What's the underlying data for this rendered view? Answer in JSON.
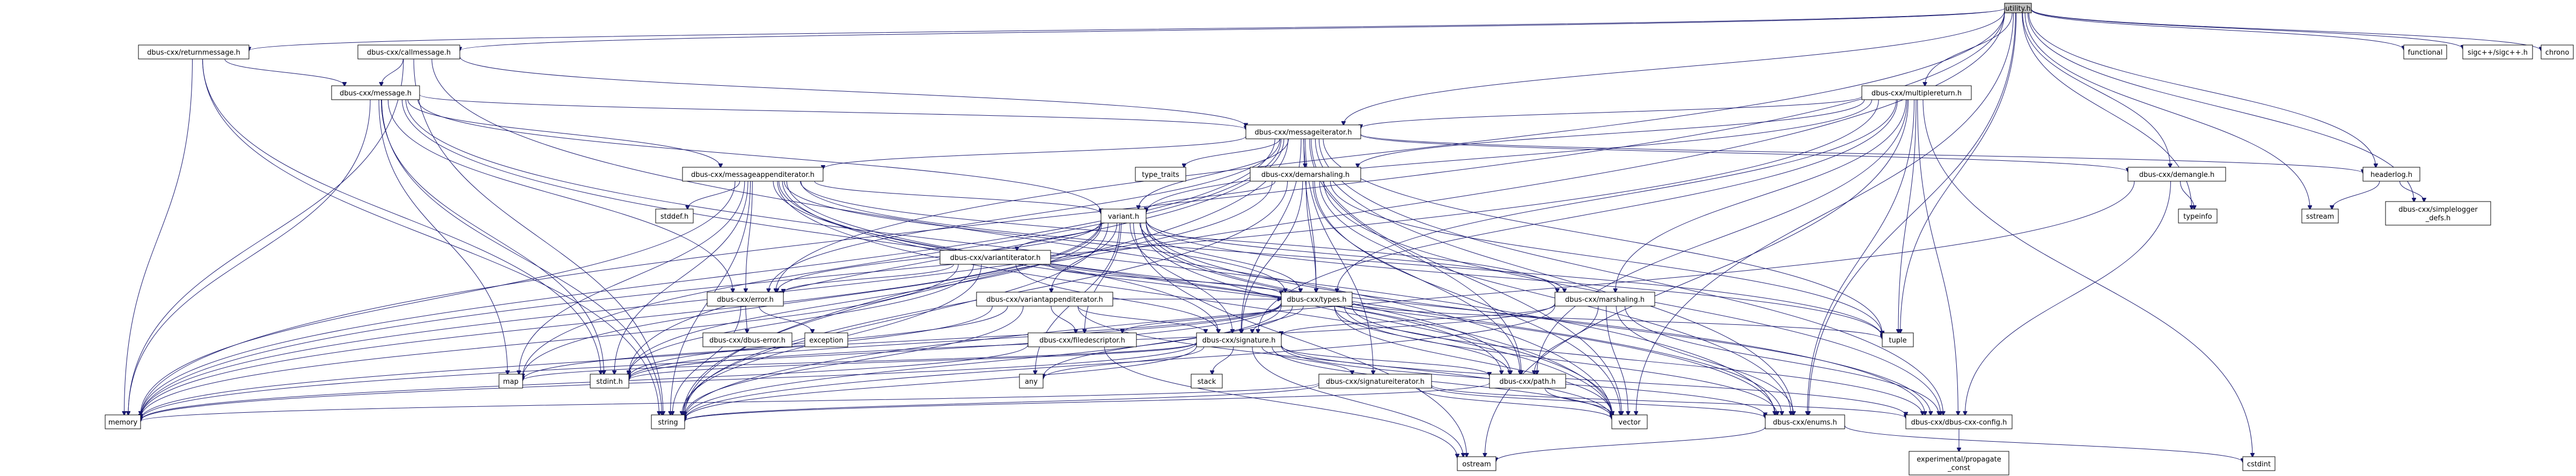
{
  "diagram": {
    "colors": {
      "edge": "#191970",
      "root_fill": "#bfbfbf",
      "node_fill": "#ffffff",
      "external_stroke": "#bfbfbf",
      "internal_stroke": "#000000"
    },
    "nodes": [
      {
        "id": "utility",
        "label": "utility.h",
        "kind": "root"
      },
      {
        "id": "returnmessage",
        "label": "dbus-cxx/returnmessage.h",
        "kind": "internal"
      },
      {
        "id": "callmessage",
        "label": "dbus-cxx/callmessage.h",
        "kind": "internal"
      },
      {
        "id": "multiplereturn",
        "label": "dbus-cxx/multiplereturn.h",
        "kind": "internal"
      },
      {
        "id": "message",
        "label": "dbus-cxx/message.h",
        "kind": "internal"
      },
      {
        "id": "messageiterator",
        "label": "dbus-cxx/messageiterator.h",
        "kind": "internal"
      },
      {
        "id": "demarshaling",
        "label": "dbus-cxx/demarshaling.h",
        "kind": "internal"
      },
      {
        "id": "demangle",
        "label": "dbus-cxx/demangle.h",
        "kind": "internal"
      },
      {
        "id": "headerlog",
        "label": "headerlog.h",
        "kind": "internal"
      },
      {
        "id": "simplelogger",
        "label": "dbus-cxx/simplelogger\n_defs.h",
        "kind": "internal"
      },
      {
        "id": "messageappenditerator",
        "label": "dbus-cxx/messageappenditerator.h",
        "kind": "internal"
      },
      {
        "id": "variant",
        "label": "variant.h",
        "kind": "internal"
      },
      {
        "id": "variantiterator",
        "label": "dbus-cxx/variantiterator.h",
        "kind": "internal"
      },
      {
        "id": "error",
        "label": "dbus-cxx/error.h",
        "kind": "internal"
      },
      {
        "id": "dbuserror",
        "label": "dbus-cxx/dbus-error.h",
        "kind": "internal"
      },
      {
        "id": "variantappenditerator",
        "label": "dbus-cxx/variantappenditerator.h",
        "kind": "internal"
      },
      {
        "id": "types",
        "label": "dbus-cxx/types.h",
        "kind": "internal"
      },
      {
        "id": "marshaling",
        "label": "dbus-cxx/marshaling.h",
        "kind": "internal"
      },
      {
        "id": "filedescriptor",
        "label": "dbus-cxx/filedescriptor.h",
        "kind": "internal"
      },
      {
        "id": "signature",
        "label": "dbus-cxx/signature.h",
        "kind": "internal"
      },
      {
        "id": "signatureiterator",
        "label": "dbus-cxx/signatureiterator.h",
        "kind": "internal"
      },
      {
        "id": "path",
        "label": "dbus-cxx/path.h",
        "kind": "internal"
      },
      {
        "id": "enums",
        "label": "dbus-cxx/enums.h",
        "kind": "internal"
      },
      {
        "id": "config",
        "label": "dbus-cxx/dbus-cxx-config.h",
        "kind": "internal"
      },
      {
        "id": "functional",
        "label": "functional",
        "kind": "external"
      },
      {
        "id": "sigc",
        "label": "sigc++/sigc++.h",
        "kind": "external"
      },
      {
        "id": "chrono",
        "label": "chrono",
        "kind": "external"
      },
      {
        "id": "type_traits",
        "label": "type_traits",
        "kind": "external"
      },
      {
        "id": "typeinfo",
        "label": "typeinfo",
        "kind": "external"
      },
      {
        "id": "sstream",
        "label": "sstream",
        "kind": "external"
      },
      {
        "id": "stddef",
        "label": "stddef.h",
        "kind": "external"
      },
      {
        "id": "exception",
        "label": "exception",
        "kind": "external"
      },
      {
        "id": "tuple",
        "label": "tuple",
        "kind": "external"
      },
      {
        "id": "map",
        "label": "map",
        "kind": "external"
      },
      {
        "id": "stdint",
        "label": "stdint.h",
        "kind": "external"
      },
      {
        "id": "any",
        "label": "any",
        "kind": "external"
      },
      {
        "id": "stack",
        "label": "stack",
        "kind": "external"
      },
      {
        "id": "memory",
        "label": "memory",
        "kind": "external"
      },
      {
        "id": "string",
        "label": "string",
        "kind": "external"
      },
      {
        "id": "vector",
        "label": "vector",
        "kind": "external"
      },
      {
        "id": "ostream",
        "label": "ostream",
        "kind": "external"
      },
      {
        "id": "propagate_const",
        "label": "experimental/propagate\n_const",
        "kind": "external"
      },
      {
        "id": "cstdint",
        "label": "cstdint",
        "kind": "external"
      }
    ],
    "edges": [
      [
        "utility",
        "returnmessage"
      ],
      [
        "utility",
        "callmessage"
      ],
      [
        "utility",
        "multiplereturn"
      ],
      [
        "utility",
        "messageiterator"
      ],
      [
        "utility",
        "demangle"
      ],
      [
        "utility",
        "headerlog"
      ],
      [
        "utility",
        "simplelogger"
      ],
      [
        "utility",
        "functional"
      ],
      [
        "utility",
        "sigc"
      ],
      [
        "utility",
        "chrono"
      ],
      [
        "utility",
        "sstream"
      ],
      [
        "utility",
        "typeinfo"
      ],
      [
        "utility",
        "tuple"
      ],
      [
        "utility",
        "memory"
      ],
      [
        "utility",
        "vector"
      ],
      [
        "utility",
        "enums"
      ],
      [
        "utility",
        "error"
      ],
      [
        "utility",
        "string"
      ],
      [
        "returnmessage",
        "message"
      ],
      [
        "returnmessage",
        "memory"
      ],
      [
        "returnmessage",
        "string"
      ],
      [
        "returnmessage",
        "stdint"
      ],
      [
        "callmessage",
        "message"
      ],
      [
        "callmessage",
        "memory"
      ],
      [
        "callmessage",
        "string"
      ],
      [
        "callmessage",
        "messageiterator"
      ],
      [
        "callmessage",
        "vector"
      ],
      [
        "multiplereturn",
        "messageiterator"
      ],
      [
        "multiplereturn",
        "demarshaling"
      ],
      [
        "multiplereturn",
        "variant"
      ],
      [
        "multiplereturn",
        "marshaling"
      ],
      [
        "multiplereturn",
        "types"
      ],
      [
        "multiplereturn",
        "path"
      ],
      [
        "multiplereturn",
        "signature"
      ],
      [
        "multiplereturn",
        "tuple"
      ],
      [
        "multiplereturn",
        "enums"
      ],
      [
        "multiplereturn",
        "config"
      ],
      [
        "multiplereturn",
        "ostream"
      ],
      [
        "multiplereturn",
        "cstdint"
      ],
      [
        "multiplereturn",
        "memory"
      ],
      [
        "message",
        "messageiterator"
      ],
      [
        "message",
        "messageappenditerator"
      ],
      [
        "message",
        "variant"
      ],
      [
        "message",
        "error"
      ],
      [
        "message",
        "memory"
      ],
      [
        "message",
        "map"
      ],
      [
        "message",
        "string"
      ],
      [
        "message",
        "stdint"
      ],
      [
        "message",
        "vector"
      ],
      [
        "message",
        "enums"
      ],
      [
        "messageiterator",
        "demarshaling"
      ],
      [
        "messageiterator",
        "demangle"
      ],
      [
        "messageiterator",
        "headerlog"
      ],
      [
        "messageiterator",
        "type_traits"
      ],
      [
        "messageiterator",
        "variant"
      ],
      [
        "messageiterator",
        "error"
      ],
      [
        "messageiterator",
        "messageappenditerator"
      ],
      [
        "messageiterator",
        "types"
      ],
      [
        "messageiterator",
        "signature"
      ],
      [
        "messageiterator",
        "path"
      ],
      [
        "messageiterator",
        "enums"
      ],
      [
        "messageiterator",
        "tuple"
      ],
      [
        "messageiterator",
        "map"
      ],
      [
        "messageiterator",
        "stdint"
      ],
      [
        "messageiterator",
        "string"
      ],
      [
        "messageiterator",
        "memory"
      ],
      [
        "messageiterator",
        "vector"
      ],
      [
        "messageiterator",
        "config"
      ],
      [
        "messageiterator",
        "signatureiterator"
      ],
      [
        "demarshaling",
        "variant"
      ],
      [
        "demarshaling",
        "types"
      ],
      [
        "demarshaling",
        "signature"
      ],
      [
        "demarshaling",
        "path"
      ],
      [
        "demarshaling",
        "enums"
      ],
      [
        "demarshaling",
        "tuple"
      ],
      [
        "demarshaling",
        "memory"
      ],
      [
        "demarshaling",
        "string"
      ],
      [
        "demarshaling",
        "vector"
      ],
      [
        "demarshaling",
        "config"
      ],
      [
        "demangle",
        "typeinfo"
      ],
      [
        "demangle",
        "string"
      ],
      [
        "demangle",
        "config"
      ],
      [
        "headerlog",
        "sstream"
      ],
      [
        "headerlog",
        "simplelogger"
      ],
      [
        "messageappenditerator",
        "variant"
      ],
      [
        "messageappenditerator",
        "marshaling"
      ],
      [
        "messageappenditerator",
        "signature"
      ],
      [
        "messageappenditerator",
        "types"
      ],
      [
        "messageappenditerator",
        "path"
      ],
      [
        "messageappenditerator",
        "error"
      ],
      [
        "messageappenditerator",
        "stddef"
      ],
      [
        "messageappenditerator",
        "stdint"
      ],
      [
        "messageappenditerator",
        "map"
      ],
      [
        "messageappenditerator",
        "memory"
      ],
      [
        "messageappenditerator",
        "string"
      ],
      [
        "messageappenditerator",
        "tuple"
      ],
      [
        "messageappenditerator",
        "vector"
      ],
      [
        "messageappenditerator",
        "enums"
      ],
      [
        "messageappenditerator",
        "config"
      ],
      [
        "variant",
        "variantiterator"
      ],
      [
        "variant",
        "variantappenditerator"
      ],
      [
        "variant",
        "types"
      ],
      [
        "variant",
        "signature"
      ],
      [
        "variant",
        "marshaling"
      ],
      [
        "variant",
        "path"
      ],
      [
        "variant",
        "enums"
      ],
      [
        "variant",
        "error"
      ],
      [
        "variant",
        "any"
      ],
      [
        "variant",
        "tuple"
      ],
      [
        "variant",
        "map"
      ],
      [
        "variant",
        "stdint"
      ],
      [
        "variant",
        "string"
      ],
      [
        "variant",
        "memory"
      ],
      [
        "variant",
        "vector"
      ],
      [
        "variant",
        "ostream"
      ],
      [
        "variant",
        "config"
      ],
      [
        "variant",
        "filedescriptor"
      ],
      [
        "variantiterator",
        "error"
      ],
      [
        "variantiterator",
        "signature"
      ],
      [
        "variantiterator",
        "types"
      ],
      [
        "variantiterator",
        "string"
      ],
      [
        "variantiterator",
        "stdint"
      ],
      [
        "variantiterator",
        "memory"
      ],
      [
        "error",
        "dbuserror"
      ],
      [
        "error",
        "exception"
      ],
      [
        "error",
        "string"
      ],
      [
        "variantappenditerator",
        "filedescriptor"
      ],
      [
        "variantappenditerator",
        "signature"
      ],
      [
        "variantappenditerator",
        "types"
      ],
      [
        "variantappenditerator",
        "memory"
      ],
      [
        "variantappenditerator",
        "string"
      ],
      [
        "variantappenditerator",
        "vector"
      ],
      [
        "variantappenditerator",
        "stdint"
      ],
      [
        "types",
        "signature"
      ],
      [
        "types",
        "path"
      ],
      [
        "types",
        "filedescriptor"
      ],
      [
        "types",
        "enums"
      ],
      [
        "types",
        "tuple"
      ],
      [
        "types",
        "map"
      ],
      [
        "types",
        "stdint"
      ],
      [
        "types",
        "string"
      ],
      [
        "types",
        "vector"
      ],
      [
        "types",
        "memory"
      ],
      [
        "types",
        "config"
      ],
      [
        "types",
        "any"
      ],
      [
        "marshaling",
        "signature"
      ],
      [
        "marshaling",
        "path"
      ],
      [
        "marshaling",
        "enums"
      ],
      [
        "marshaling",
        "config"
      ],
      [
        "marshaling",
        "stdint"
      ],
      [
        "marshaling",
        "string"
      ],
      [
        "marshaling",
        "vector"
      ],
      [
        "filedescriptor",
        "memory"
      ],
      [
        "filedescriptor",
        "ostream"
      ],
      [
        "signature",
        "signatureiterator"
      ],
      [
        "signature",
        "path"
      ],
      [
        "signature",
        "enums"
      ],
      [
        "signature",
        "config"
      ],
      [
        "signature",
        "stack"
      ],
      [
        "signature",
        "any"
      ],
      [
        "signature",
        "map"
      ],
      [
        "signature",
        "stdint"
      ],
      [
        "signature",
        "memory"
      ],
      [
        "signature",
        "string"
      ],
      [
        "signature",
        "vector"
      ],
      [
        "signature",
        "ostream"
      ],
      [
        "signatureiterator",
        "enums"
      ],
      [
        "signatureiterator",
        "config"
      ],
      [
        "signatureiterator",
        "memory"
      ],
      [
        "signatureiterator",
        "string"
      ],
      [
        "signatureiterator",
        "vector"
      ],
      [
        "path",
        "string"
      ],
      [
        "path",
        "vector"
      ],
      [
        "enums",
        "ostream"
      ],
      [
        "enums",
        "cstdint"
      ],
      [
        "config",
        "propagate_const"
      ]
    ]
  }
}
